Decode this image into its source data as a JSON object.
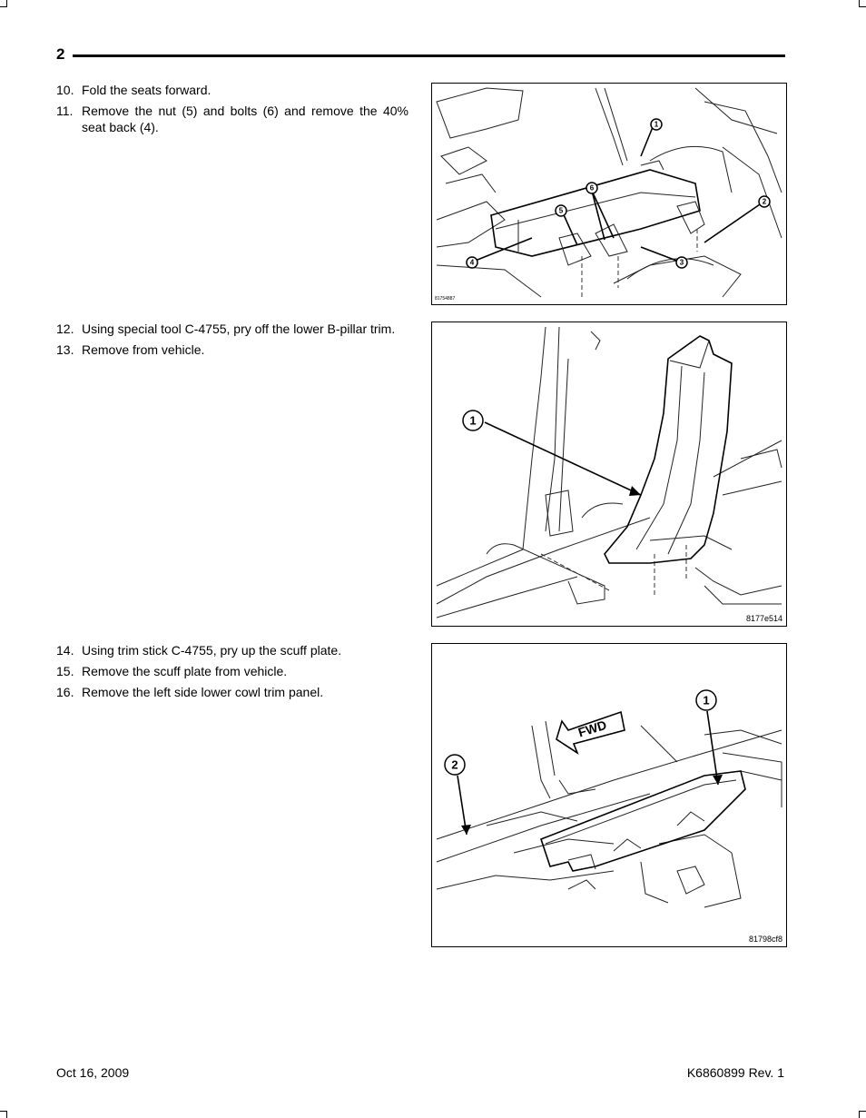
{
  "header": {
    "page_number": "2"
  },
  "sections": [
    {
      "steps": [
        {
          "num": "10.",
          "text": "Fold the seats forward."
        },
        {
          "num": "11.",
          "text": "Remove the nut (5) and bolts (6) and remove the 40% seat back (4)."
        }
      ],
      "figure": {
        "id": "81754887",
        "callouts": [
          "1",
          "2",
          "3",
          "4",
          "5",
          "6"
        ]
      }
    },
    {
      "steps": [
        {
          "num": "12.",
          "text": "Using special tool C-4755, pry off the lower B-pillar trim."
        },
        {
          "num": "13.",
          "text": "Remove from vehicle."
        }
      ],
      "figure": {
        "id": "8177e514",
        "callouts": [
          "1"
        ]
      }
    },
    {
      "steps": [
        {
          "num": "14.",
          "text": "Using trim stick C-4755, pry up the scuff plate."
        },
        {
          "num": "15.",
          "text": "Remove the scuff plate from vehicle."
        },
        {
          "num": "16.",
          "text": "Remove the left side lower cowl trim panel."
        }
      ],
      "figure": {
        "id": "81798cf8",
        "callouts": [
          "1",
          "2"
        ],
        "direction_label": "FWD"
      }
    }
  ],
  "footer": {
    "date": "Oct 16, 2009",
    "doc_number": "K6860899 Rev. 1"
  }
}
